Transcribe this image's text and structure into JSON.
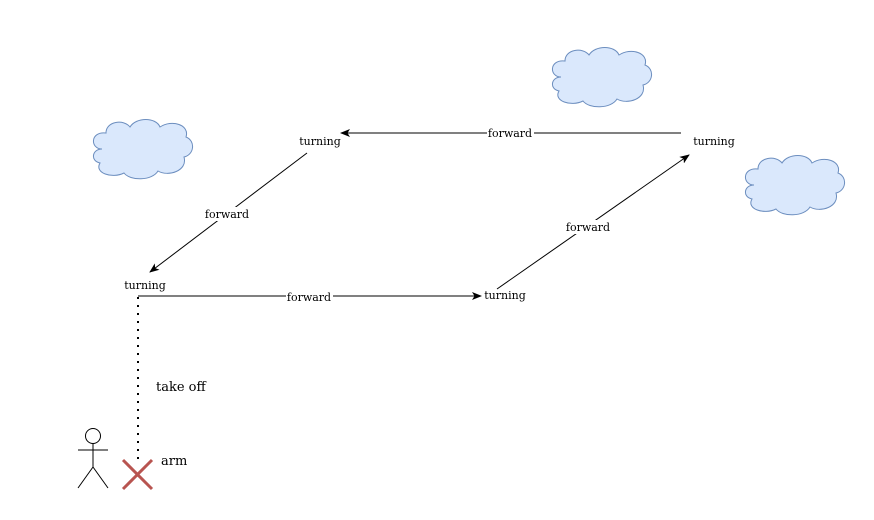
{
  "nodes": {
    "turning_top_left": "turning",
    "turning_top_right": "turning",
    "turning_left": "turning",
    "turning_mid": "turning"
  },
  "edges": {
    "top": "forward",
    "left_diag": "forward",
    "bottom": "forward",
    "right_diag": "forward"
  },
  "labels": {
    "take_off": "take off",
    "arm": "arm"
  },
  "colors": {
    "cloud_fill": "#dae8fc",
    "cloud_stroke": "#6c8ebf",
    "arm_marker": "#b85450",
    "line": "#000000"
  }
}
